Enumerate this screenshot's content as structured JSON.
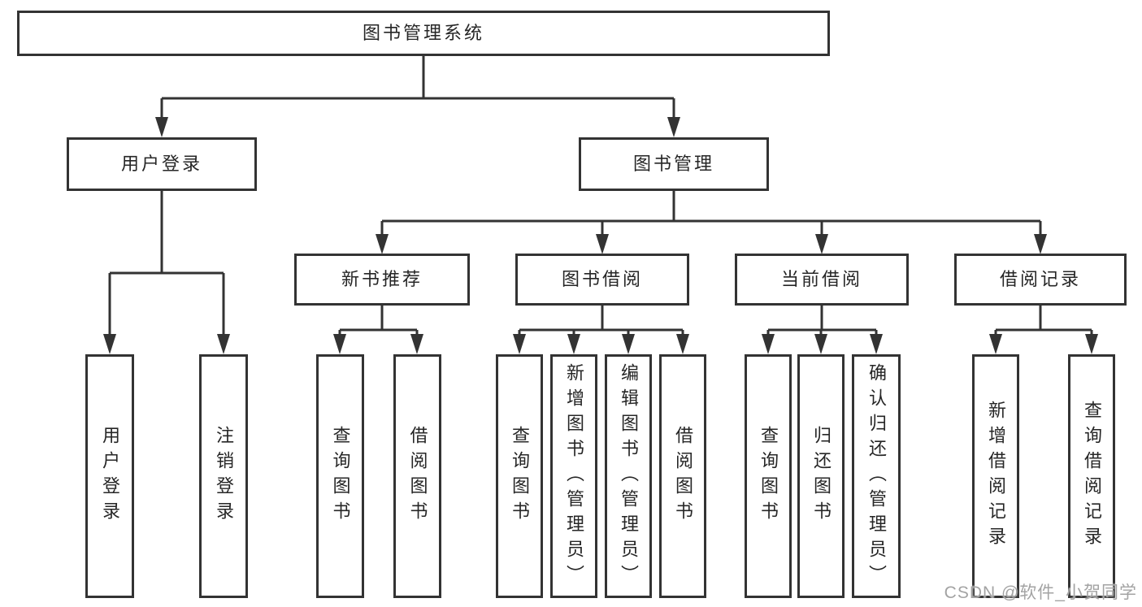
{
  "diagram": {
    "root": {
      "label": "图书管理系统"
    },
    "level2": {
      "user_login": {
        "label": "用户登录"
      },
      "book_management": {
        "label": "图书管理"
      }
    },
    "level3": {
      "new_book_recommend": {
        "label": "新书推荐"
      },
      "book_borrow": {
        "label": "图书借阅"
      },
      "current_borrow": {
        "label": "当前借阅"
      },
      "borrow_records": {
        "label": "借阅记录"
      }
    },
    "leaves": {
      "user_login": {
        "login": "用户登录",
        "logout": "注销登录"
      },
      "new_book_recommend": {
        "query": "查询图书",
        "borrow": "借阅图书"
      },
      "book_borrow": {
        "query": "查询图书",
        "add": "新增图书（管理员）",
        "edit": "编辑图书（管理员）",
        "borrow": "借阅图书"
      },
      "current_borrow": {
        "query": "查询图书",
        "return": "归还图书",
        "confirm": "确认归还（管理员）"
      },
      "borrow_records": {
        "add": "新增借阅记录",
        "query": "查询借阅记录"
      }
    }
  },
  "watermark": "CSDN @软件_小贺同学",
  "colors": {
    "line": "#333333",
    "text": "#262626",
    "background": "#ffffff",
    "watermark": "#a3a3a3"
  }
}
